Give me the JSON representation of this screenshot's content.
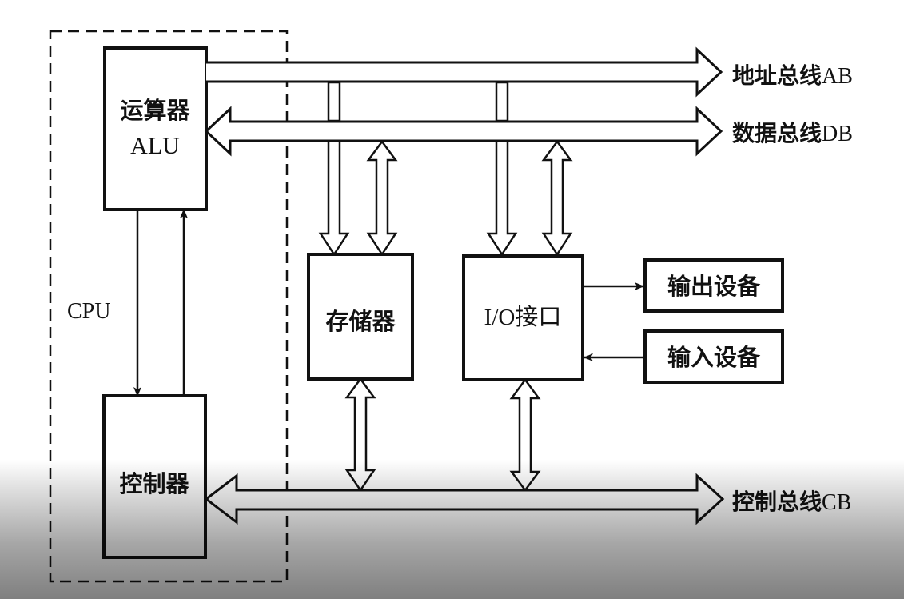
{
  "diagram": {
    "title": "Microcomputer bus structure",
    "cpu_label": "CPU",
    "alu": {
      "name_cn": "运算器",
      "name_en": "ALU"
    },
    "controller": {
      "name": "控制器"
    },
    "memory": {
      "name": "存储器"
    },
    "io_interface": {
      "name": "I/O接口"
    },
    "output_device": {
      "name": "输出设备"
    },
    "input_device": {
      "name": "输入设备"
    },
    "buses": {
      "address": {
        "cn": "地址总线",
        "abbr": "AB"
      },
      "data": {
        "cn": "数据总线",
        "abbr": "DB"
      },
      "control": {
        "cn": "控制总线",
        "abbr": "CB"
      }
    }
  }
}
